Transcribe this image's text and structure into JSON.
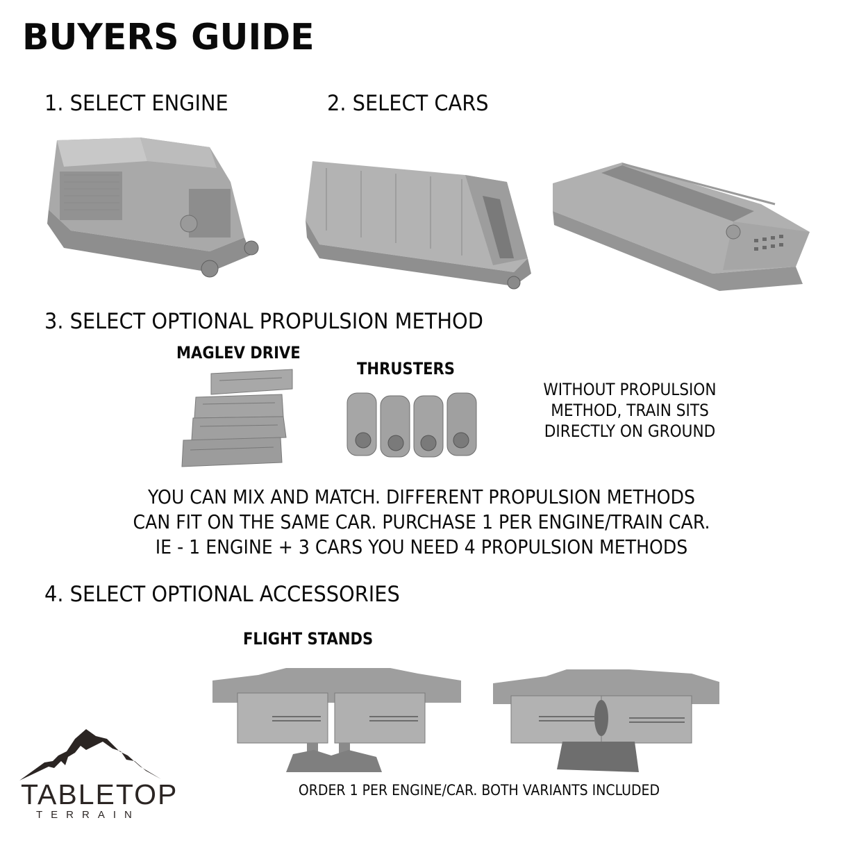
{
  "title": "BUYERS GUIDE",
  "steps": [
    {
      "label": "1. SELECT ENGINE"
    },
    {
      "label": "2. SELECT CARS"
    },
    {
      "label": "3. SELECT OPTIONAL PROPULSION METHOD"
    },
    {
      "label": "4. SELECT OPTIONAL ACCESSORIES"
    }
  ],
  "products": {
    "engine": {
      "alt": "Engine locomotive model"
    },
    "cars": [
      {
        "alt": "Enclosed cargo car model"
      },
      {
        "alt": "Open hopper car model"
      }
    ]
  },
  "propulsion": {
    "maglev": {
      "label": "MAGLEV DRIVE",
      "alt": "Four maglev drive pads"
    },
    "thrusters": {
      "label": "THRUSTERS",
      "alt": "Four thruster units"
    },
    "note": [
      "WITHOUT PROPULSION",
      "METHOD, TRAIN SITS",
      "DIRECTLY ON GROUND"
    ],
    "mix_note": [
      "YOU CAN MIX AND MATCH. DIFFERENT PROPULSION METHODS",
      "CAN FIT ON THE SAME CAR. PURCHASE 1 PER ENGINE/TRAIN CAR.",
      "IE - 1 ENGINE + 3 CARS YOU NEED 4 PROPULSION METHODS"
    ]
  },
  "accessories": {
    "flight_stands": {
      "label": "FLIGHT STANDS",
      "variants": [
        {
          "alt": "Flight stand on rocky base"
        },
        {
          "alt": "Flight stand on block base"
        }
      ],
      "note": "ORDER 1 PER ENGINE/CAR. BOTH VARIANTS INCLUDED"
    }
  },
  "brand": {
    "name": "TABLETOP",
    "sub": "TERRAIN",
    "logo_icon": "mountain-icon",
    "color": "#2b2523"
  },
  "colors": {
    "model_light": "#b4b4b4",
    "model_mid": "#8f8f8f",
    "model_dark": "#6a6a6a",
    "text": "#0a0a0a"
  }
}
